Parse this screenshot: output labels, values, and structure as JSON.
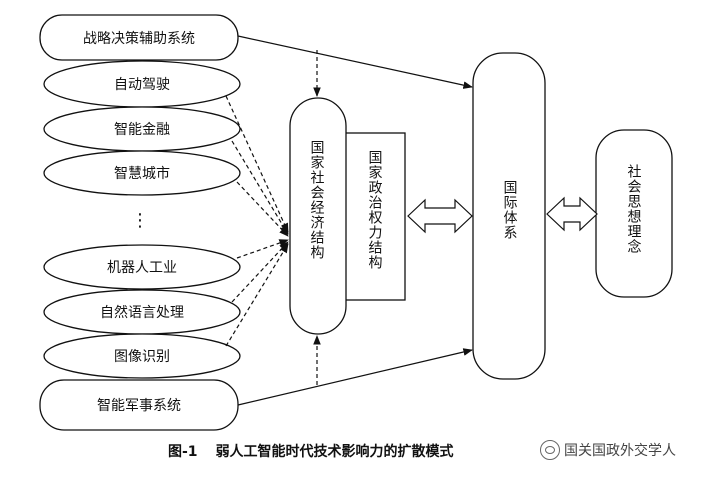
{
  "left_boxes": {
    "top": "战略决策辅助系统",
    "bottom": "智能军事系统"
  },
  "ellipses": [
    "自动驾驶",
    "智能金融",
    "智慧城市",
    "机器人工业",
    "自然语言处理",
    "图像识别"
  ],
  "ellipsis_mark": "⋮",
  "center": {
    "economic": "国家社会经济结构",
    "political": "国家政治权力结构"
  },
  "international": "国际体系",
  "social_thought": "社会思想理念",
  "caption": {
    "number": "图-1",
    "title": "弱人工智能时代技术影响力的扩散模式"
  },
  "watermark": "国关国政外交学人"
}
